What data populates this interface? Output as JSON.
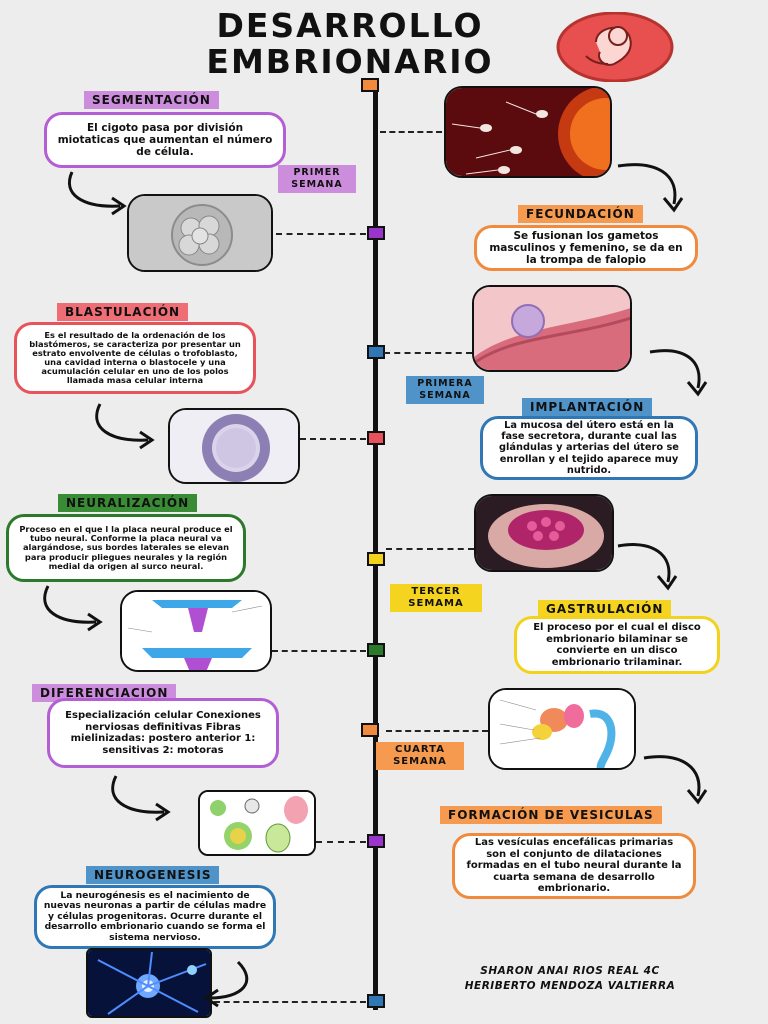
{
  "title": {
    "line1": "DESARROLLO",
    "line2": "EMBRIONARIO"
  },
  "colors": {
    "purple": "#9b35c9",
    "orange": "#f08a3c",
    "blue": "#2f78b5",
    "red": "#e8535b",
    "green": "#2b7a2b",
    "yellow": "#f2d21a",
    "label_purple": "#cd8ddd",
    "label_orange": "#f59a4e",
    "label_blue": "#4f93c8",
    "label_red": "#ef6d74",
    "label_green": "#3a8b35",
    "label_yellow": "#f5d41f"
  },
  "stages": {
    "segmentacion": {
      "label": "SEGMENTACIÓN",
      "text": "El cigoto pasa por división miotaticas que aumentan el número de célula."
    },
    "fecundacion": {
      "label": "FECUNDACIÓN",
      "text": "Se fusionan los gametos masculinos y femenino, se da en la trompa de falopio"
    },
    "blastulacion": {
      "label": "BLASTULACIÓN",
      "text": "Es el resultado de la ordenación de los blastómeros, se caracteriza por presentar un estrato envolvente de células o trofoblasto, una cavidad interna o blastocele y una acumulación celular en uno de los polos llamada masa celular interna"
    },
    "implantacion": {
      "label": "IMPLANTACIÓN",
      "text": "La mucosa del útero está en la fase secretora, durante cual las glándulas y arterias del útero se enrollan y el tejido aparece muy nutrido."
    },
    "neuralizacion": {
      "label": "NEURALIZACIÓN",
      "text": "Proceso en el que l la placa neural produce el tubo neural. Conforme la placa neural va alargándose, sus bordes laterales se elevan para producir pliegues neurales y la región medial da origen al surco neural."
    },
    "gastrulacion": {
      "label": "GASTRULACIÓN",
      "text": "El proceso por el cual el disco embrionario bilaminar se convierte en un disco embrionario trilaminar."
    },
    "diferenciacion": {
      "label": "DIFERENCIACION",
      "text": "Especialización celular Conexiones nerviosas definitivas Fibras mielinizadas: postero anterior 1: sensitivas 2: motoras"
    },
    "vesiculas": {
      "label": "FORMACIÓN DE VESICULAS",
      "text": "Las vesículas encefálicas primarias son el conjunto de dilataciones formadas en el tubo neural durante la cuarta semana de desarrollo embrionario."
    },
    "neurogenesis": {
      "label": "NEUROGENESIS",
      "text": "La neurogénesis es el nacimiento de nuevas neuronas a partir de células madre y células progenitoras. Ocurre durante el desarrollo embrionario cuando se forma el sistema nervioso."
    }
  },
  "weeks": {
    "primer": "PRIMER SEMANA",
    "primera": "PRIMERA SEMANA",
    "tercer": "TERCER SEMAMA",
    "cuarta": "CUARTA SEMANA"
  },
  "credits": {
    "line1": "SHARON ANAI RIOS REAL 4C",
    "line2": "HERIBERTO  MENDOZA VALTIERRA"
  },
  "icons": [
    "embryo-icon",
    "sperm-egg-image",
    "morula-image",
    "blastula-image",
    "implantation-image",
    "gastrula-image",
    "neural-plate-image",
    "brain-vesicles-image",
    "differentiation-image",
    "neurons-image",
    "curved-arrow-icon"
  ]
}
